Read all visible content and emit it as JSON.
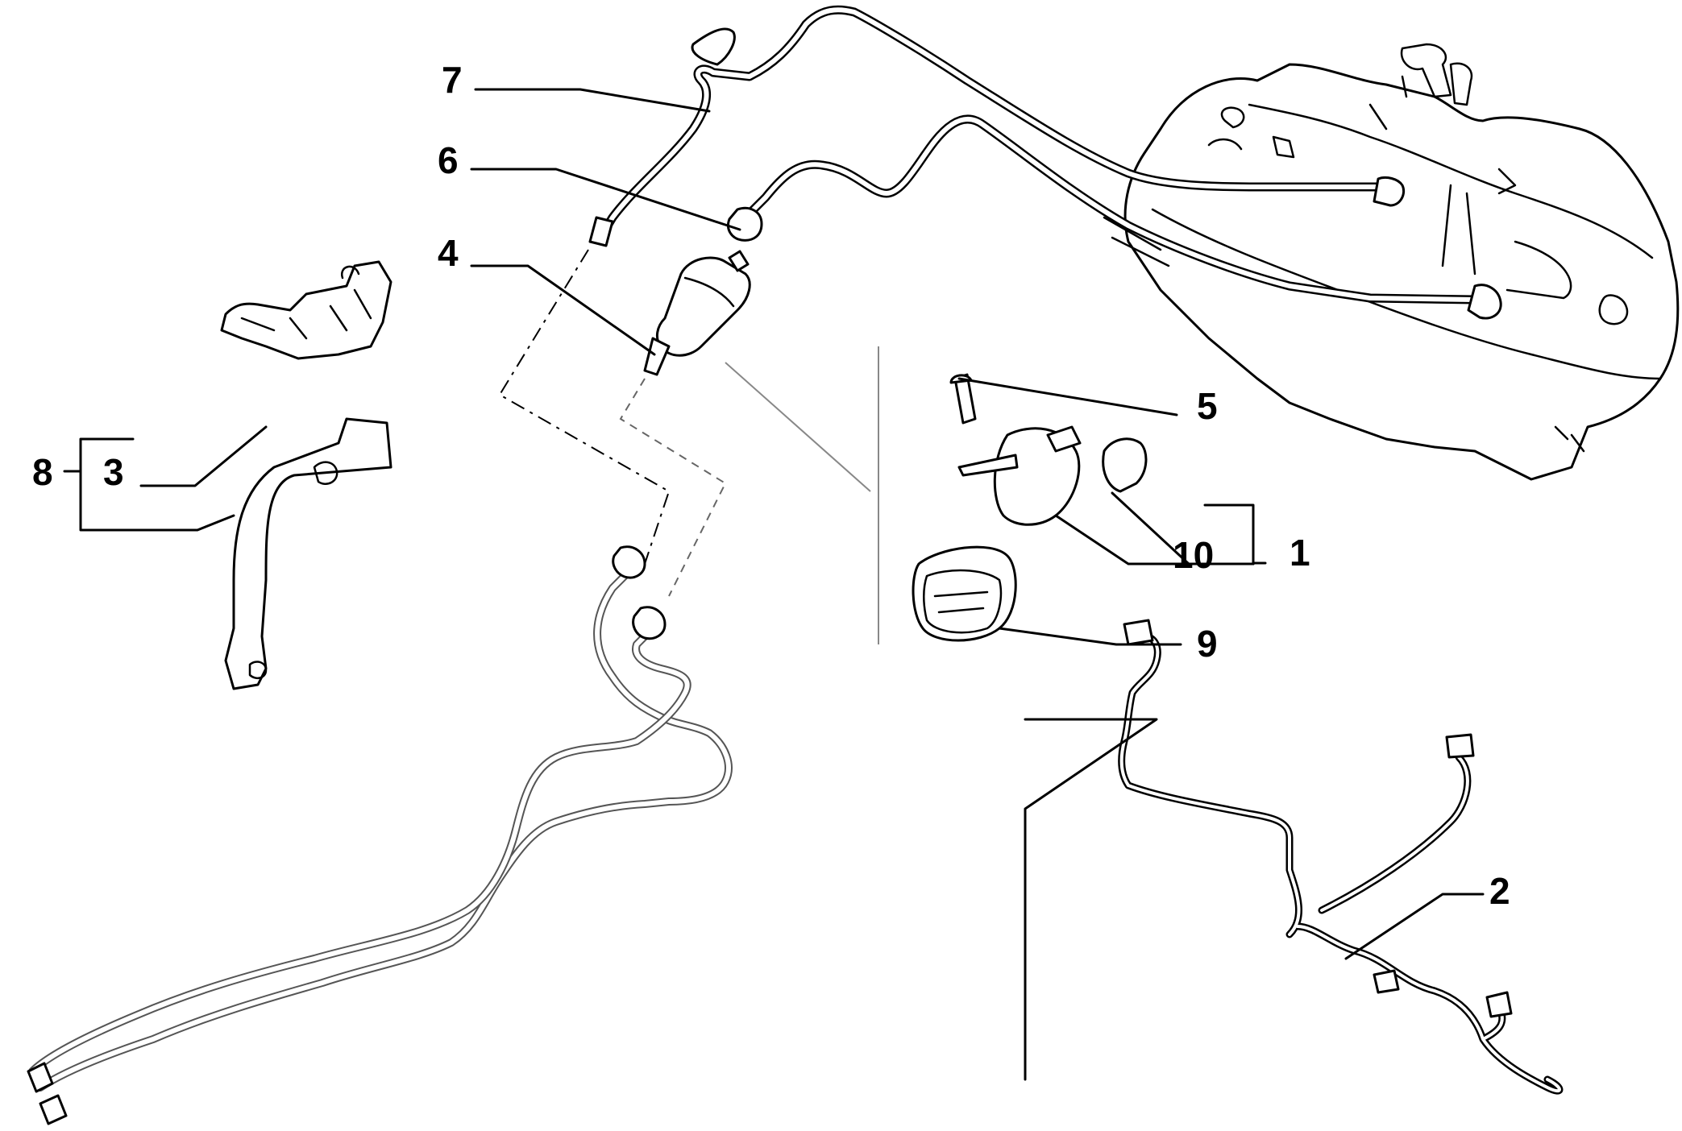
{
  "callouts": [
    {
      "id": "label-1",
      "text": "1"
    },
    {
      "id": "label-2",
      "text": "2"
    },
    {
      "id": "label-3",
      "text": "3"
    },
    {
      "id": "label-4",
      "text": "4"
    },
    {
      "id": "label-5",
      "text": "5"
    },
    {
      "id": "label-6",
      "text": "6"
    },
    {
      "id": "label-7",
      "text": "7"
    },
    {
      "id": "label-8",
      "text": "8"
    },
    {
      "id": "label-9",
      "text": "9"
    },
    {
      "id": "label-10",
      "text": "10"
    }
  ]
}
